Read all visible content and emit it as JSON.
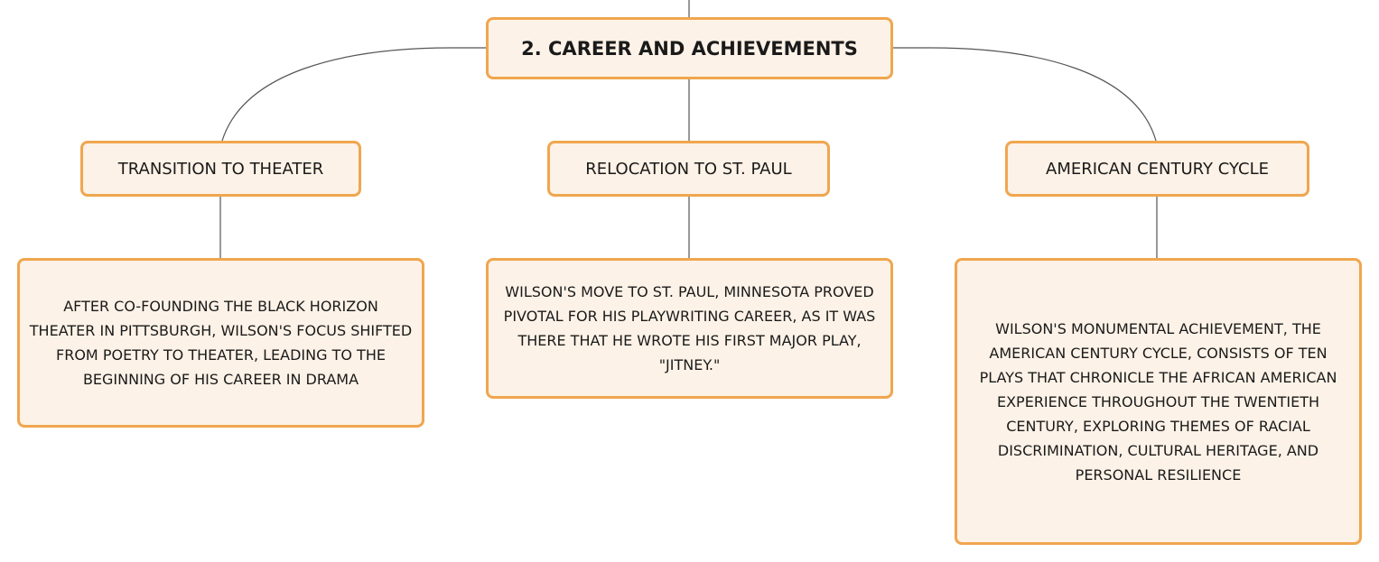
{
  "colors": {
    "node_fill": "#fdf2e7",
    "node_border": "#f0a64f",
    "connector": "#555555",
    "text": "#1a1a1a"
  },
  "diagram": {
    "root": {
      "label": "2. CAREER AND ACHIEVEMENTS"
    },
    "branches": [
      {
        "label": "TRANSITION TO THEATER",
        "detail": "AFTER CO-FOUNDING THE BLACK HORIZON THEATER IN PITTSBURGH, WILSON'S FOCUS SHIFTED FROM POETRY TO THEATER, LEADING TO THE BEGINNING OF HIS CAREER IN DRAMA"
      },
      {
        "label": "RELOCATION TO ST. PAUL",
        "detail": "WILSON'S MOVE TO ST. PAUL, MINNESOTA PROVED PIVOTAL FOR HIS PLAYWRITING CAREER, AS IT WAS THERE THAT HE WROTE HIS FIRST MAJOR PLAY, \"JITNEY.\""
      },
      {
        "label": "AMERICAN CENTURY CYCLE",
        "detail": "WILSON'S MONUMENTAL ACHIEVEMENT, THE AMERICAN CENTURY CYCLE, CONSISTS OF TEN PLAYS THAT CHRONICLE THE AFRICAN AMERICAN EXPERIENCE THROUGHOUT THE TWENTIETH CENTURY, EXPLORING THEMES OF RACIAL DISCRIMINATION, CULTURAL HERITAGE, AND PERSONAL RESILIENCE"
      }
    ]
  }
}
